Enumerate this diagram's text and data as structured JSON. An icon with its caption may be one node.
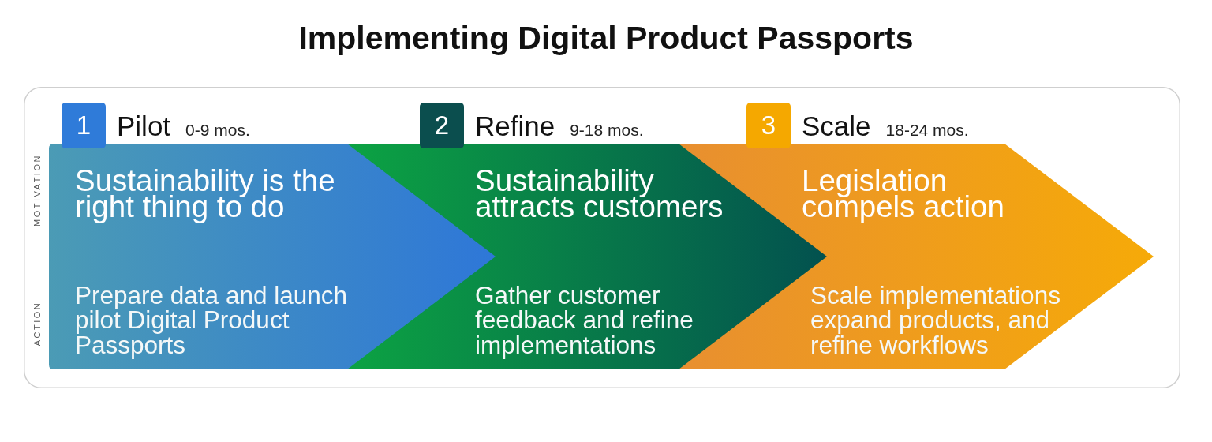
{
  "diagram": {
    "title": "Implementing Digital Product Passports",
    "nodes": [
      {
        "text": [],
        "shape": "box"
      },
      {
        "text": [
          "1"
        ],
        "in": 0
      },
      {
        "text": [
          "Pilot",
          "Sustainability is the right thing to do",
          "Prepare data and launch pilot Digital Product Passports"
        ],
        "beside": [
          "0-9 mos."
        ],
        "in": 0
      },
      {
        "text": [
          "2"
        ],
        "in": 0
      },
      {
        "text": [
          "Refine",
          "Sustainability attracts customers",
          "Gather customer feedback and refine implementations"
        ],
        "beside": [
          "9-18 mos."
        ],
        "in": 0
      },
      {
        "text": [
          "3"
        ],
        "in": 0
      },
      {
        "text": [
          "Scale",
          "Legislation compels action",
          "Scale implementations expand products, and refine workflows"
        ],
        "beside": [
          "18-24 mos."
        ],
        "in": 0
      }
    ],
    "labels": [
      "MOTIVATION",
      "ACTION"
    ]
  }
}
